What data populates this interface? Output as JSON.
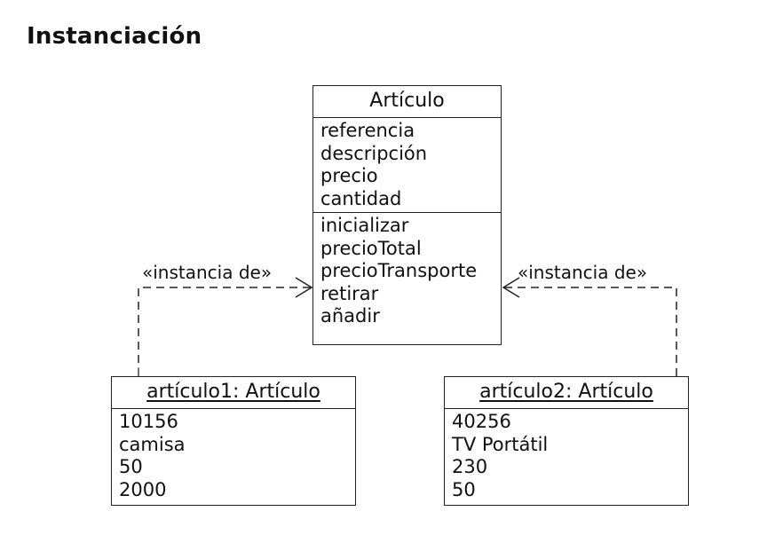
{
  "title": "Instanciación",
  "class_box": {
    "name": "Artículo",
    "attributes": [
      "referencia",
      "descripción",
      "precio",
      "cantidad"
    ],
    "methods": [
      "inicializar",
      "precioTotal",
      "precioTransporte",
      "retirar",
      "añadir"
    ]
  },
  "objects": [
    {
      "name": "artículo1: Artículo",
      "values": [
        "10156",
        "camisa",
        "50",
        "2000"
      ]
    },
    {
      "name": "artículo2: Artículo",
      "values": [
        "40256",
        "TV Portátil",
        "230",
        "50"
      ]
    }
  ],
  "relations": [
    {
      "label": "«instancia de»"
    },
    {
      "label": "«instancia de»"
    }
  ]
}
